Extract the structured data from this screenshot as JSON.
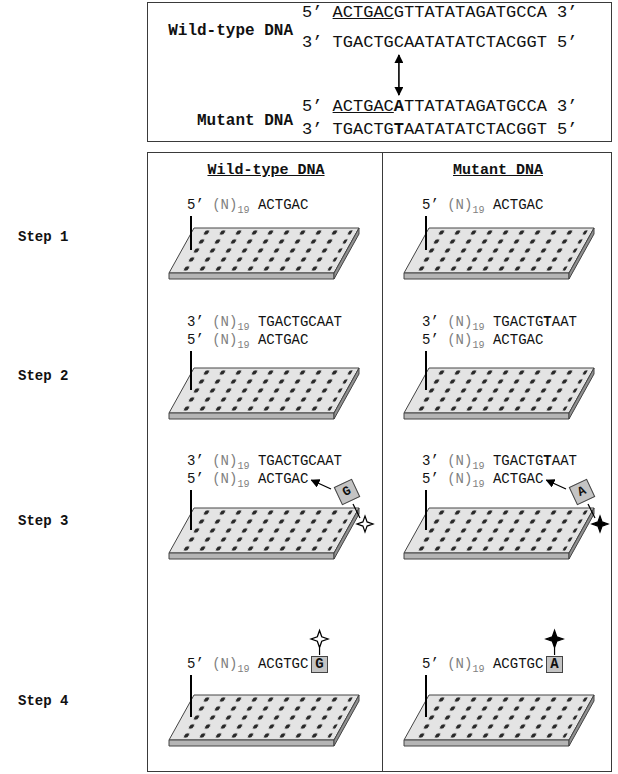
{
  "diagram": {
    "nodes": [
      {
        "text": [
          "Wild-type DNA",
          "Mutant DNA"
        ]
      },
      {
        "text": [
          "Wild-type DNA"
        ]
      },
      {
        "text": [
          "Mutant DNA"
        ]
      }
    ],
    "labels": [
      "5’",
      "ACTGAC",
      "GTTATATAGATGCCA",
      "3’",
      "3’ TGACTGCAATATATCTACGGT 5’",
      "5’",
      "ACTGAC",
      "A",
      "TTATATAGATGCCA",
      "3’",
      "3’ TGACTG",
      "T",
      "AATATATCTACGGT 5’",
      "Step 1",
      "Step 2",
      "Step 3",
      "Step 4",
      "5’",
      "(N)",
      "19",
      "ACTGAC",
      "3’",
      "(N)",
      "19",
      "TGACTGCAAT",
      "5’",
      "(N)",
      "19",
      "ACTGAC",
      "3’",
      "(N)",
      "19",
      "TGACTGCAAT",
      "5’",
      "(N)",
      "19",
      "ACTGAC",
      "G",
      "5’",
      "(N)",
      "19",
      "ACGTGC",
      "G",
      "5’",
      "(N)",
      "19",
      "ACTGAC",
      "3’",
      "(N)",
      "19",
      "TGACTG",
      "T",
      "AAT",
      "5’",
      "(N)",
      "19",
      "ACTGAC",
      "3’",
      "(N)",
      "19",
      "TGACTG",
      "T",
      "AAT",
      "5’",
      "(N)",
      "19",
      "ACTGAC",
      "A",
      "5’",
      "(N)",
      "19",
      "ACGTGC",
      "A"
    ]
  }
}
